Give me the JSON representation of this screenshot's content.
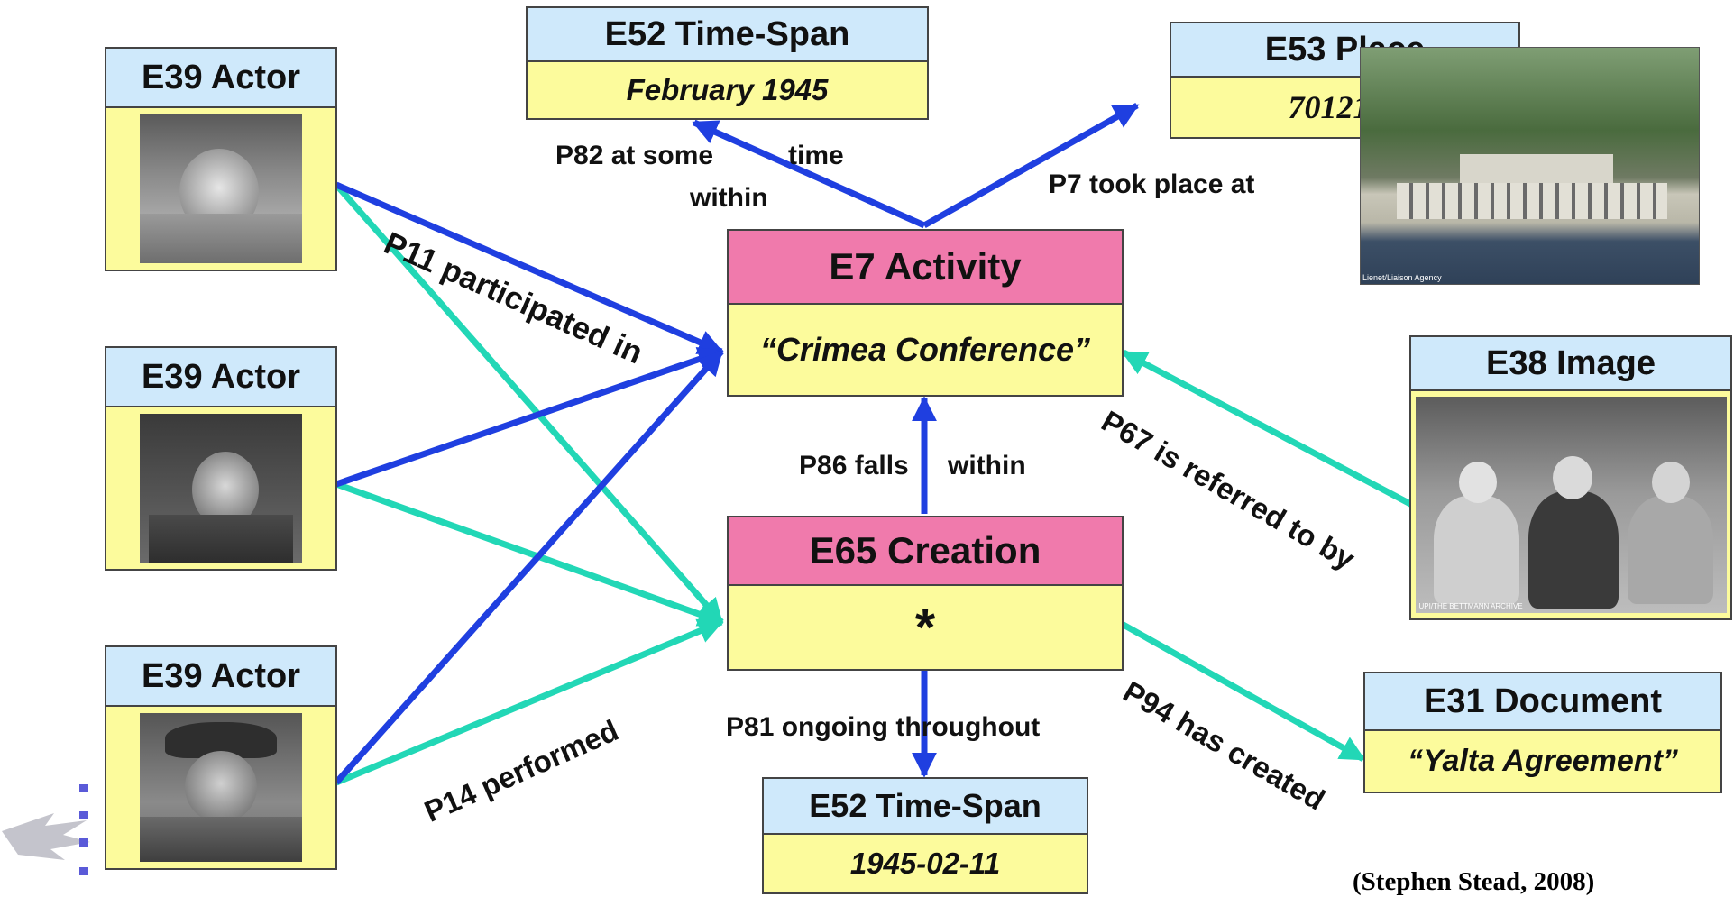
{
  "nodes": {
    "actor1": {
      "class": "E39 Actor"
    },
    "actor2": {
      "class": "E39 Actor"
    },
    "actor3": {
      "class": "E39 Actor"
    },
    "timespan_top": {
      "class": "E52 Time-Span",
      "value": "February 1945"
    },
    "place": {
      "class": "E53 Place",
      "value": "7012124"
    },
    "activity": {
      "class": "E7 Activity",
      "value": "“Crimea Conference”"
    },
    "image": {
      "class": "E38 Image"
    },
    "creation": {
      "class": "E65 Creation",
      "value": "*"
    },
    "document": {
      "class": "E31 Document",
      "value": "“Yalta Agreement”"
    },
    "timespan_bottom": {
      "class": "E52 Time-Span",
      "value": "1945-02-11"
    }
  },
  "properties": {
    "p82_a": "P82 at some",
    "p82_b": "time",
    "p82_c": "within",
    "p7": "P7 took place at",
    "p11": "P11 participated in",
    "p14": "P14 performed",
    "p86_a": "P86 falls",
    "p86_b": "within",
    "p67": "P67 is referred to by",
    "p81": "P81 ongoing throughout",
    "p94": "P94 has created"
  },
  "photo_captions": {
    "place": "Lienet/Liaison Agency",
    "image": "UPI/THE BETTMANN ARCHIVE"
  },
  "credit": "(Stephen Stead, 2008)",
  "colors": {
    "dark_arrow": "#1f3fe0",
    "light_arrow": "#22d7b6",
    "class_header": "#cfe9fb",
    "activity_header": "#f07aac",
    "value_fill": "#fcfb9c"
  }
}
